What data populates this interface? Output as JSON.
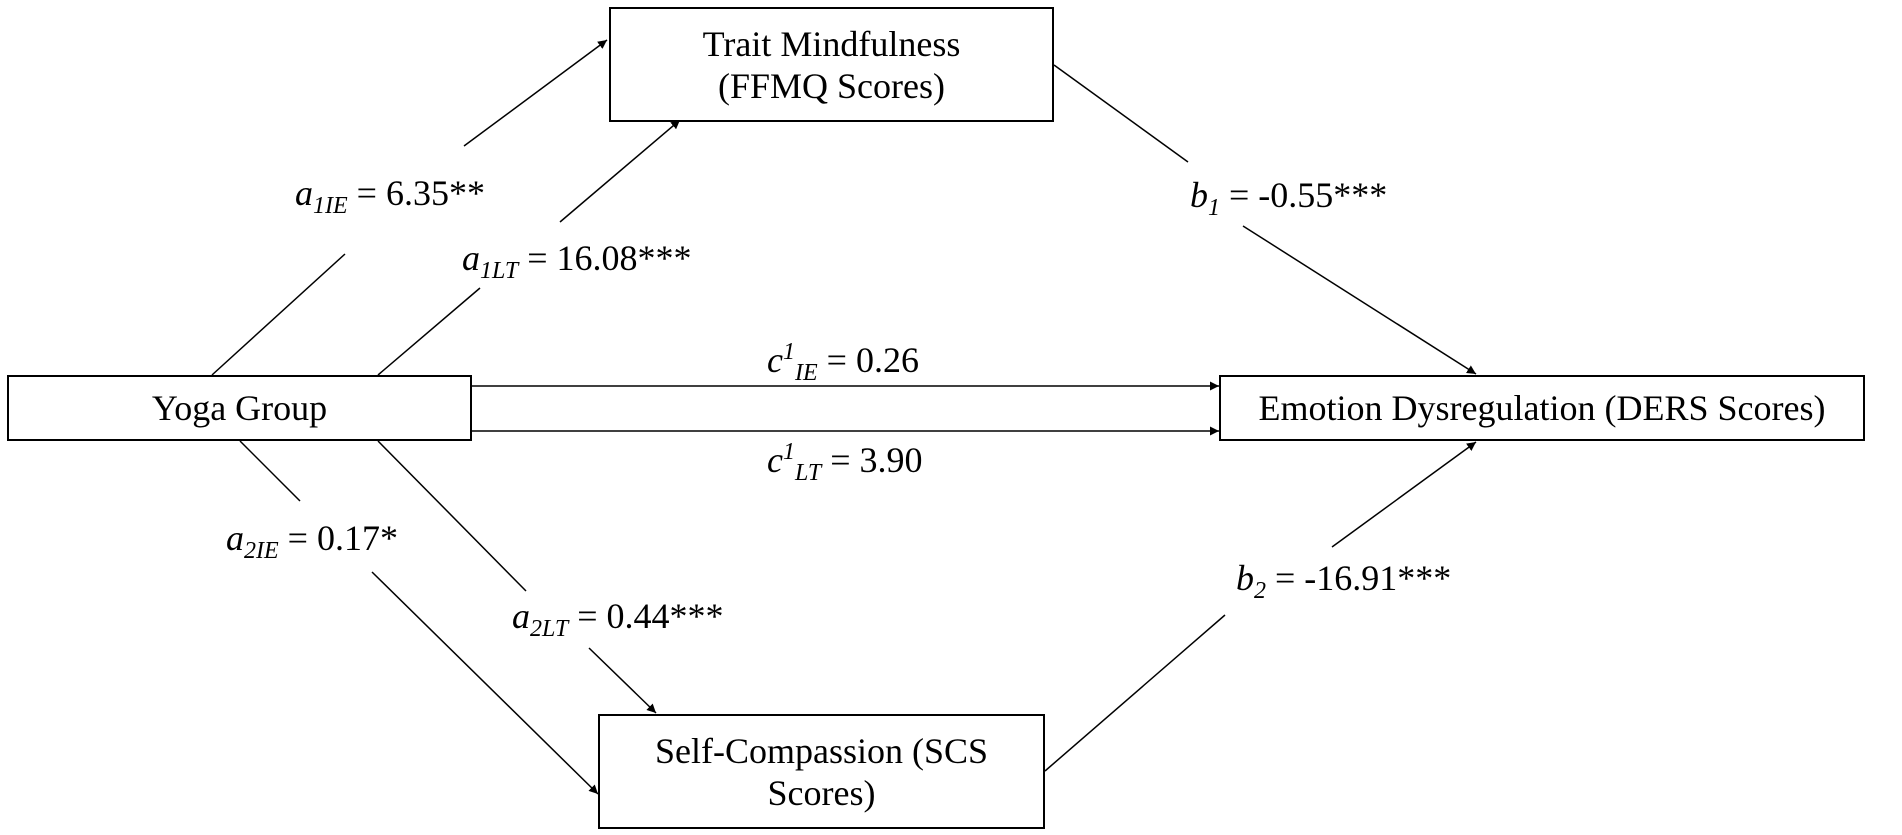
{
  "nodes": {
    "trait": {
      "line1": "Trait Mindfulness",
      "line2": "(FFMQ Scores)"
    },
    "yoga": {
      "label": "Yoga Group"
    },
    "emotion": {
      "label": "Emotion Dysregulation (DERS Scores)"
    },
    "self": {
      "line1": "Self-Compassion (SCS",
      "line2": "Scores)"
    }
  },
  "paths": {
    "a1ie": {
      "var": "a",
      "sub": "1IE",
      "value": " = 6.35**"
    },
    "a1lt": {
      "var": "a",
      "sub": "1LT",
      "value": " = 16.08***"
    },
    "b1": {
      "var": "b",
      "sub": "1",
      "value": " = -0.55***"
    },
    "c1ie": {
      "var": "c",
      "sup": "1",
      "sub": "IE",
      "value": " = 0.26"
    },
    "c1lt": {
      "var": "c",
      "sup": "1",
      "sub": "LT",
      "value": " = 3.90"
    },
    "a2ie": {
      "var": "a",
      "sub": "2IE",
      "value": " = 0.17*"
    },
    "a2lt": {
      "var": "a",
      "sub": "2LT",
      "value": " = 0.44***"
    },
    "b2": {
      "var": "b",
      "sub": "2",
      "value": " = -16.91***"
    }
  }
}
